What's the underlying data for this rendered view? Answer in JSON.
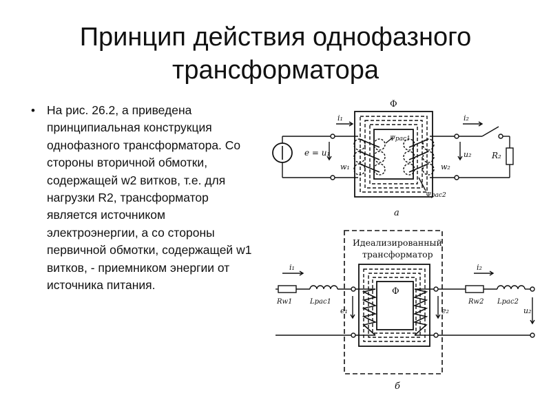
{
  "slide": {
    "title": "Принцип действия однофазного трансформатора",
    "bullet_char": "•",
    "body": "На рис. 26.2, а приведена принципиальная конструкция однофазного трансформатора. Со стороны вторичной обмотки, содержащей w2 витков, т.е. для нагрузки R2, трансформатор является источником электроэнергии, а со стороны первичной обмотки, содержащей w1 витков, - приемником энергии от источника питания."
  },
  "figure_a": {
    "caption": "а",
    "flux": "Φ",
    "i1": "i₁",
    "i2": "i₂",
    "e_eq": "e = u₁",
    "w1": "w₁",
    "w2": "w₂",
    "u2": "u₂",
    "r2": "R₂",
    "psi1": "Ψрас1",
    "psi2": "Ψрас2"
  },
  "figure_b": {
    "caption": "б",
    "box_label_1": "Идеализированный",
    "box_label_2": "трансформатор",
    "flux": "Φ",
    "i1": "i₁",
    "i2": "i₂",
    "rw1": "Rw1",
    "lpac1": "Lрас1",
    "rw2": "Rw2",
    "lpac2": "Lрас2",
    "e1": "e₁",
    "e2": "e₂",
    "u2": "u₂"
  }
}
